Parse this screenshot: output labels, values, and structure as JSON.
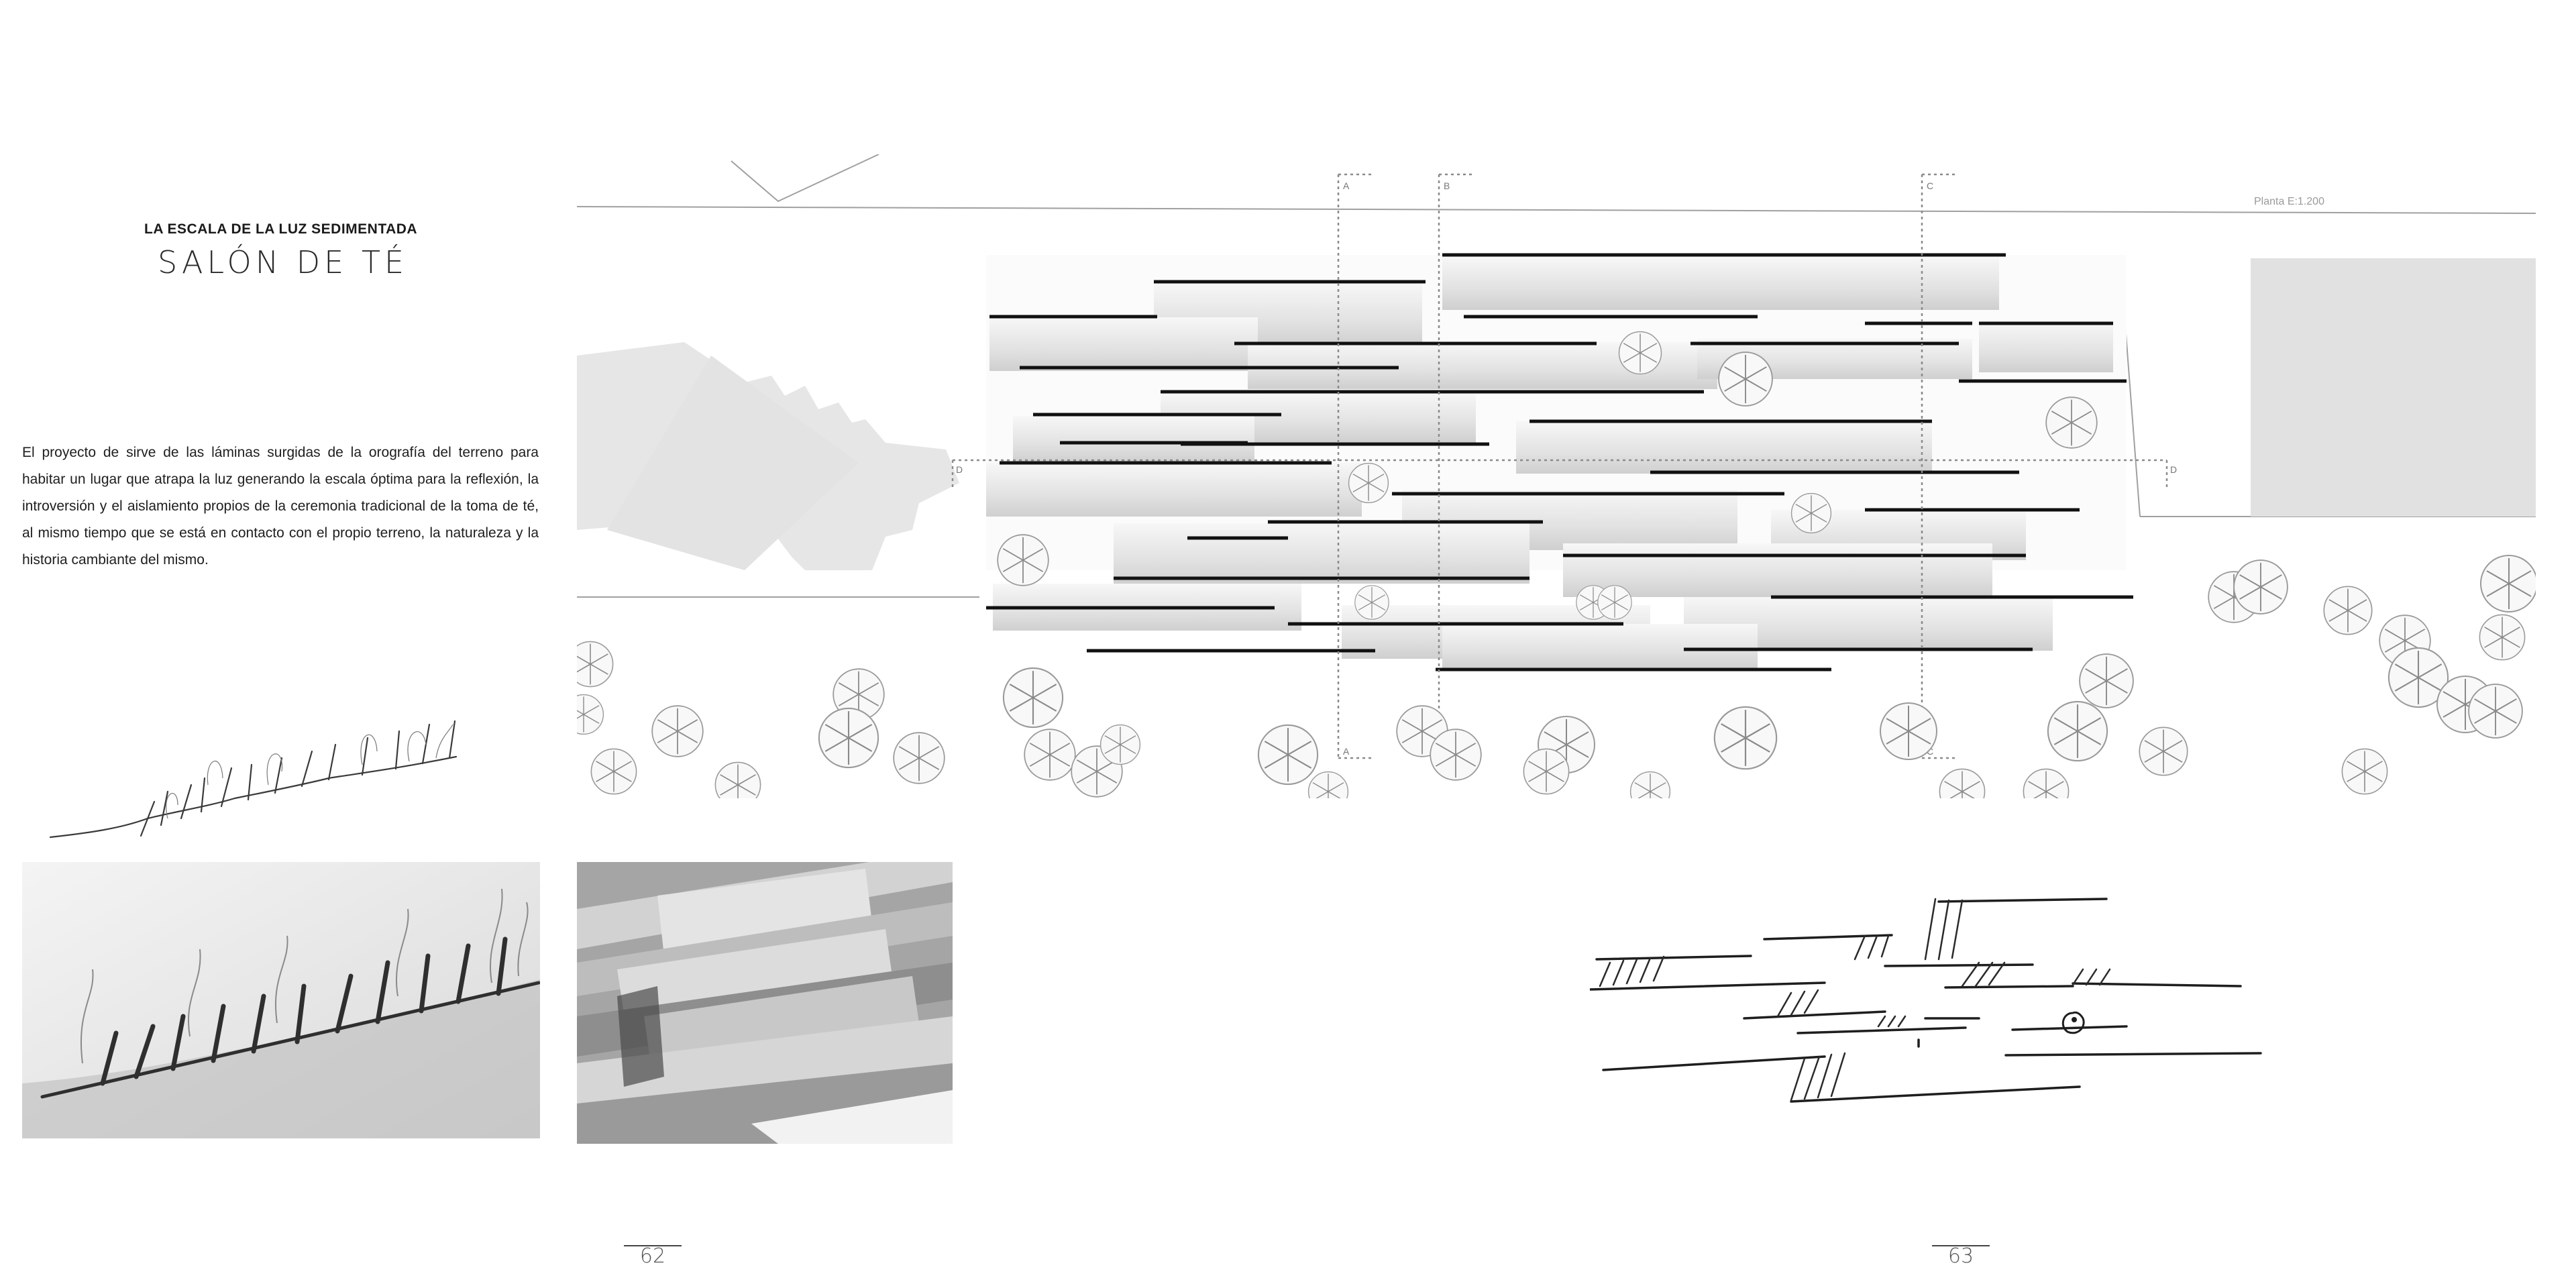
{
  "heading": {
    "kicker": "LA ESCALA DE LA LUZ SEDIMENTADA",
    "title": "SALÓN DE TÉ"
  },
  "body": {
    "paragraph": "El proyecto de sirve de las láminas surgidas de la orografía del terreno para habitar un lugar que atrapa la luz generando la escala óptima para la reflexión, la introversión y el aislamiento propios de la ceremonia tradicional de la toma de té, al mismo tiempo que se está en contacto con el propio terreno, la naturaleza y la historia cambiante del mismo."
  },
  "plan": {
    "caption": "Planta      E:1.200",
    "section_marks": [
      "A",
      "B",
      "C",
      "D"
    ]
  },
  "pages": {
    "left": "62",
    "right": "63"
  }
}
